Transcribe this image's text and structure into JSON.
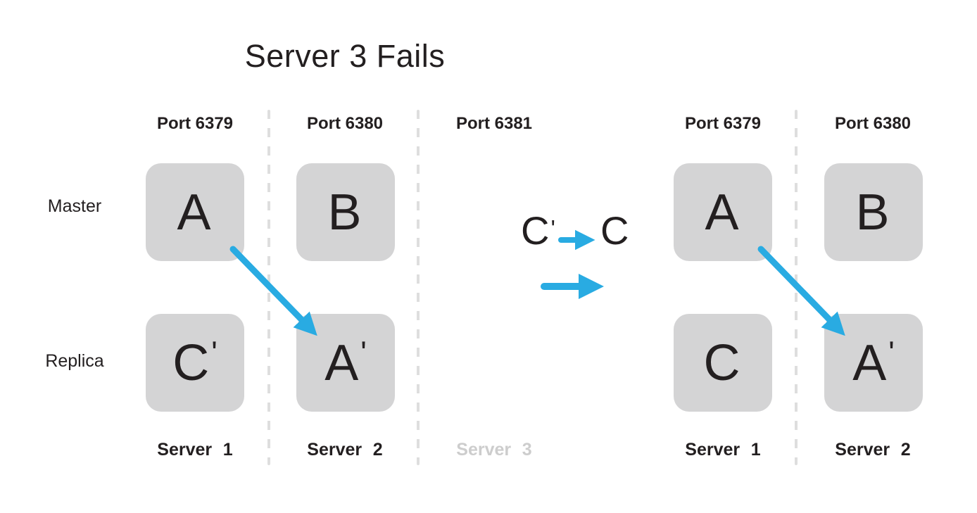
{
  "title": "Server 3 Fails",
  "colors": {
    "accent_blue": "#29ABE2",
    "node_fill": "#D4D4D5",
    "text_dark": "#231F20",
    "divider": "#DEDEDE",
    "failed_text": "#CDCDCD"
  },
  "row_labels": {
    "master": "Master",
    "replica": "Replica"
  },
  "before": {
    "ports": [
      "Port 6379",
      "Port 6380",
      "Port 6381"
    ],
    "nodes": {
      "master": [
        {
          "letter": "A",
          "prime": ""
        },
        {
          "letter": "B",
          "prime": ""
        }
      ],
      "replica": [
        {
          "letter": "C",
          "prime": "'"
        },
        {
          "letter": "A",
          "prime": "'"
        }
      ]
    },
    "servers": [
      "Server 1",
      "Server 2",
      "Server 3"
    ]
  },
  "transition": {
    "from_letter": "C",
    "from_prime": "'",
    "to_letter": "C"
  },
  "after": {
    "ports": [
      "Port 6379",
      "Port 6380"
    ],
    "nodes": {
      "master": [
        {
          "letter": "A",
          "prime": ""
        },
        {
          "letter": "B",
          "prime": ""
        }
      ],
      "replica": [
        {
          "letter": "C",
          "prime": ""
        },
        {
          "letter": "A",
          "prime": "'"
        }
      ]
    },
    "servers": [
      "Server 1",
      "Server 2"
    ]
  }
}
